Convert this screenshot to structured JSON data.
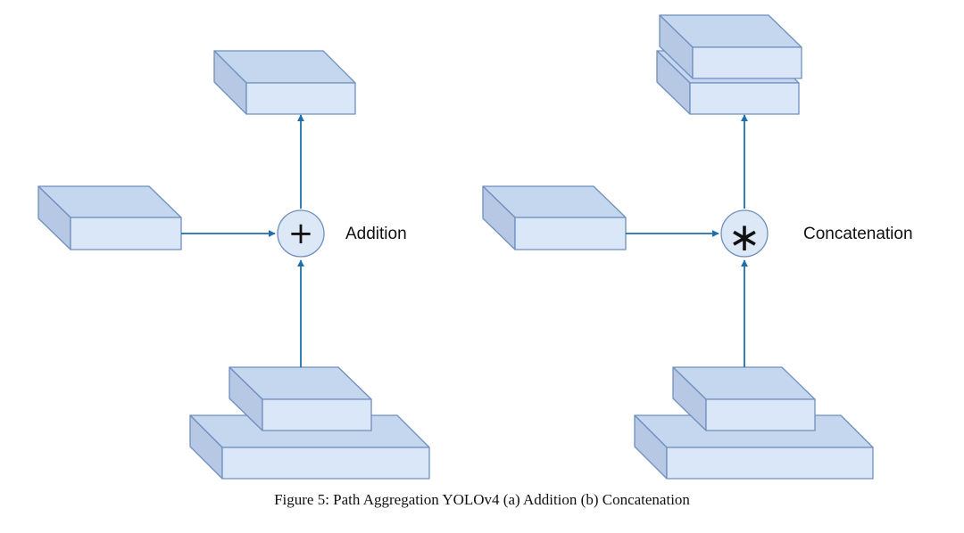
{
  "diagrams": [
    {
      "id": "a",
      "operation": {
        "symbol": "+",
        "label": "Addition"
      }
    },
    {
      "id": "b",
      "operation": {
        "symbol": "∗",
        "label": "Concatenation"
      }
    }
  ],
  "caption": "Figure 5: Path Aggregation YOLOv4 (a) Addition (b) Concatenation",
  "colors": {
    "box_front": "#dae7f8",
    "box_top": "#c5d6ef",
    "box_side": "#b6c8e4",
    "box_stroke": "#6f8fbf",
    "arrow": "#1f6fae",
    "operator_fill": "#dde8f7",
    "operator_stroke": "#6f8fbf"
  }
}
